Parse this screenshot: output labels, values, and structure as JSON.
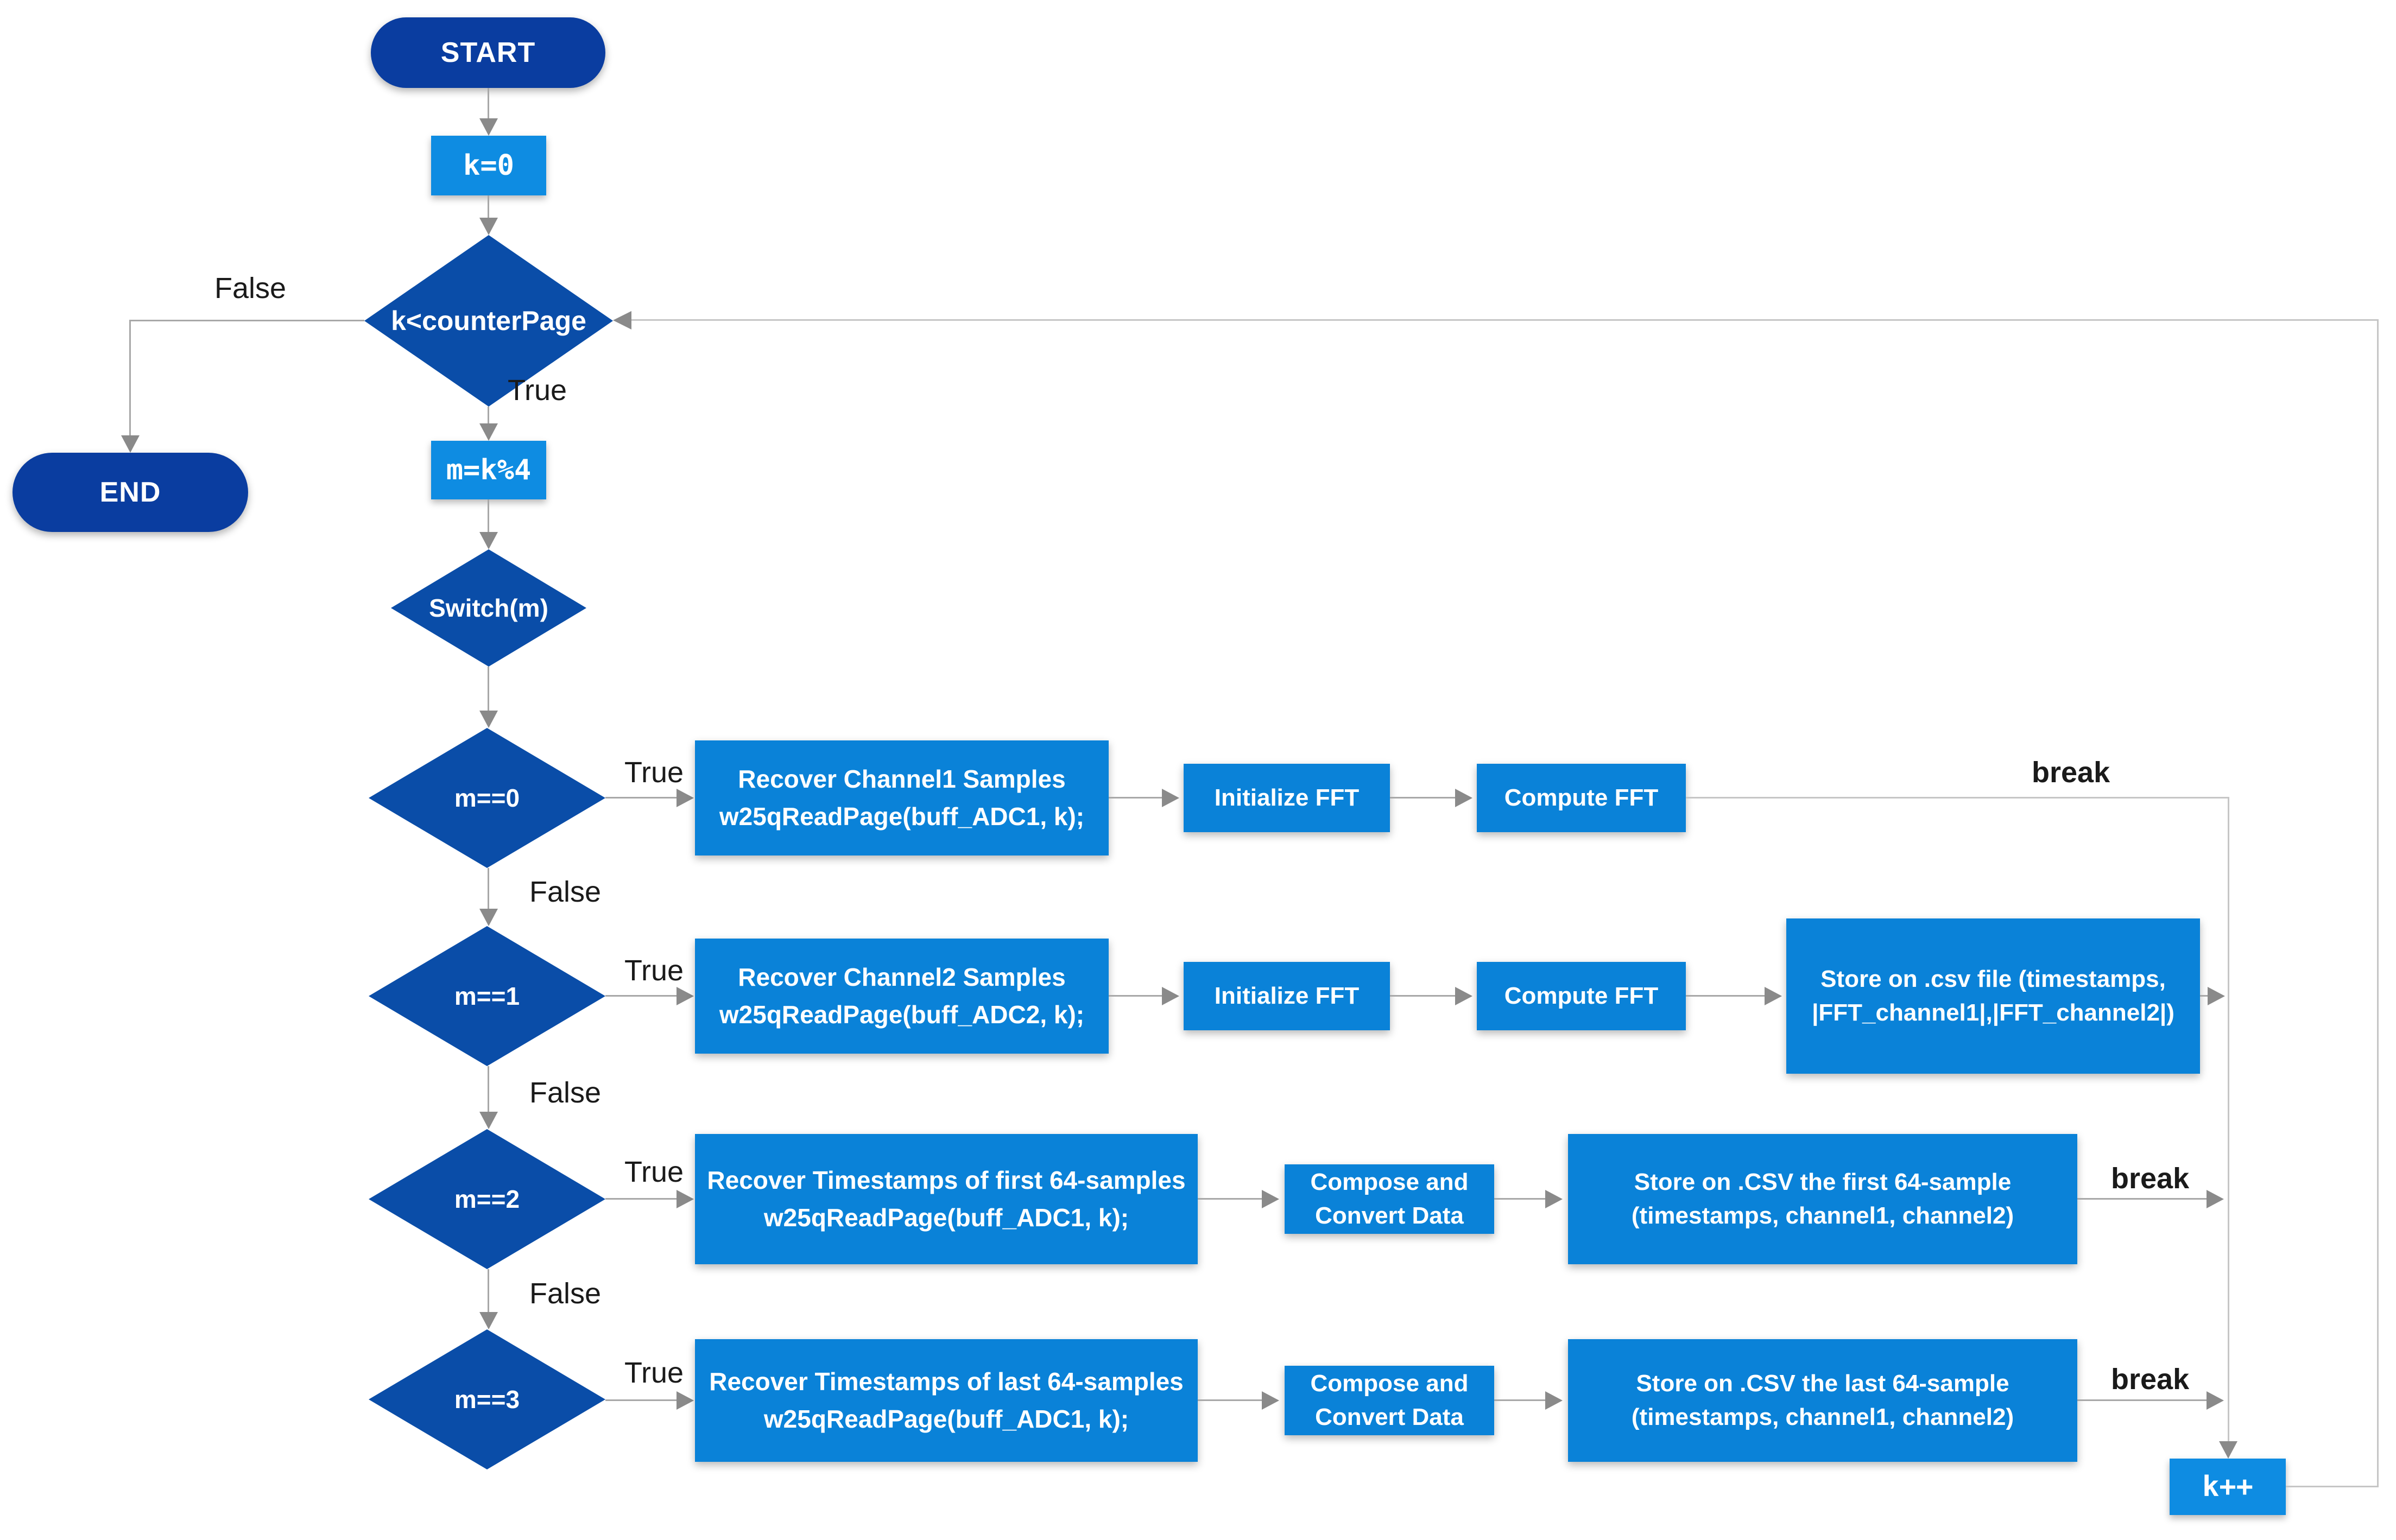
{
  "palette": {
    "terminal": "#0a3da0",
    "decision": "#0a4da8",
    "process": "#0a82d8",
    "process_small": "#0e8ce2",
    "connector": "#a8a8a8",
    "connector_loop": "#c6c6c6",
    "arrowhead": "#8a8a8a",
    "label_text": "#1a1a1a"
  },
  "diagram": {
    "start": "START",
    "end": "END",
    "k_init": "k=0",
    "loop_condition": "k<counterPage",
    "modulo": "m=k%4",
    "switch": "Switch(m)",
    "k_increment": "k++",
    "labels": {
      "true": "True",
      "false": "False",
      "break": "break"
    },
    "cases": [
      {
        "condition": "m==0",
        "steps": [
          "Recover Channel1 Samples\nw25qReadPage(buff_ADC1, k);",
          "Initialize FFT",
          "Compute FFT"
        ]
      },
      {
        "condition": "m==1",
        "steps": [
          "Recover Channel2 Samples\nw25qReadPage(buff_ADC2, k);",
          "Initialize FFT",
          "Compute FFT",
          "Store on .csv file (timestamps,\n|FFT_channel1|,|FFT_channel2|)"
        ]
      },
      {
        "condition": "m==2",
        "steps": [
          "Recover Timestamps of first 64-samples\nw25qReadPage(buff_ADC1, k);",
          "Compose and\nConvert Data",
          "Store on .CSV the first 64-sample\n(timestamps, channel1, channel2)"
        ]
      },
      {
        "condition": "m==3",
        "steps": [
          "Recover Timestamps of last 64-samples\nw25qReadPage(buff_ADC1, k);",
          "Compose and\nConvert Data",
          "Store on .CSV the last 64-sample\n(timestamps, channel1, channel2)"
        ]
      }
    ]
  }
}
